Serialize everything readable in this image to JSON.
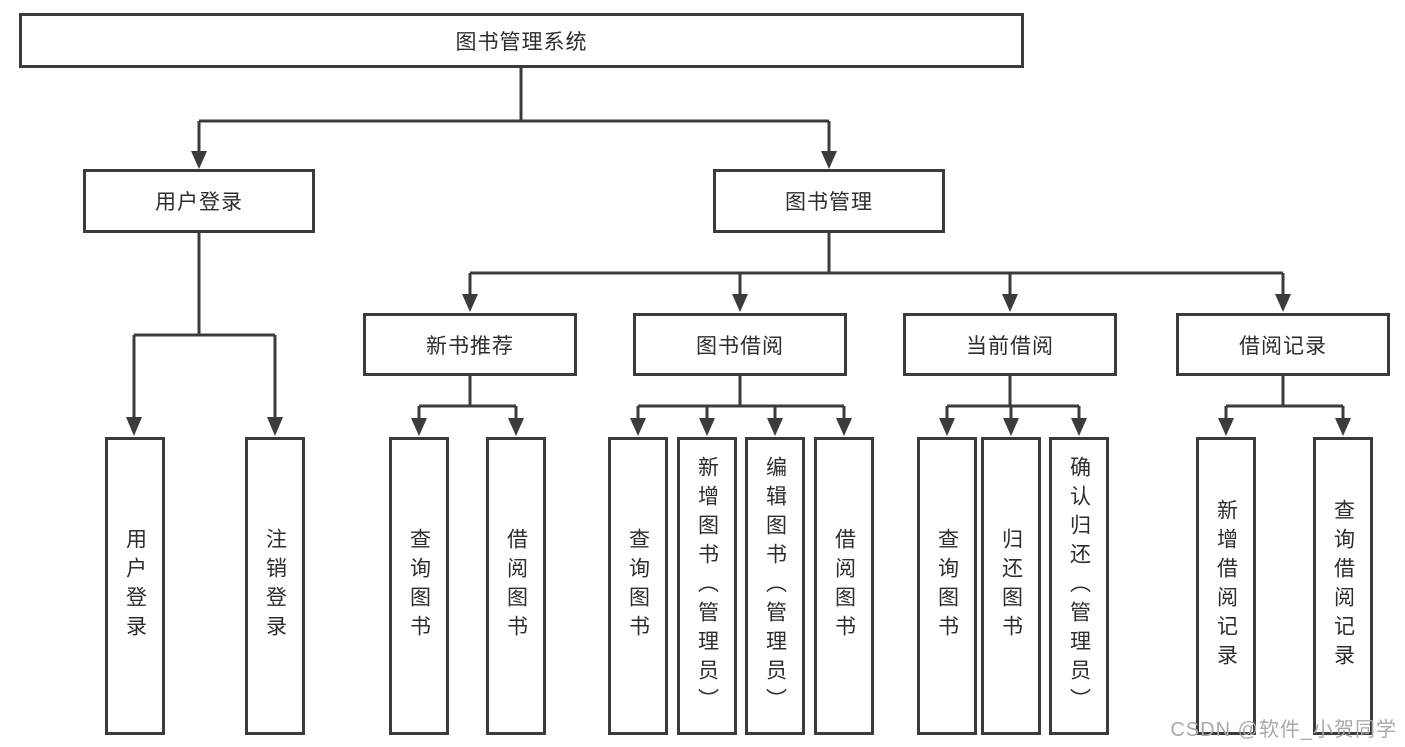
{
  "root": {
    "label": "图书管理系统"
  },
  "user_login": {
    "label": "用户登录",
    "children": [
      "用户登录",
      "注销登录"
    ]
  },
  "book_management": {
    "label": "图书管理",
    "sections": [
      {
        "label": "新书推荐",
        "children": [
          "查询图书",
          "借阅图书"
        ]
      },
      {
        "label": "图书借阅",
        "children": [
          "查询图书",
          "新增图书（管理员）",
          "编辑图书（管理员）",
          "借阅图书"
        ]
      },
      {
        "label": "当前借阅",
        "children": [
          "查询图书",
          "归还图书",
          "确认归还（管理员）"
        ]
      },
      {
        "label": "借阅记录",
        "children": [
          "新增借阅记录",
          "查询借阅记录"
        ]
      }
    ]
  },
  "watermark": {
    "text": "CSDN @软件_小贺同学"
  },
  "colors": {
    "line": "#3b3b3b",
    "text": "#2d2d2d",
    "background": "#ffffff",
    "watermark": "#a8a8a8"
  }
}
